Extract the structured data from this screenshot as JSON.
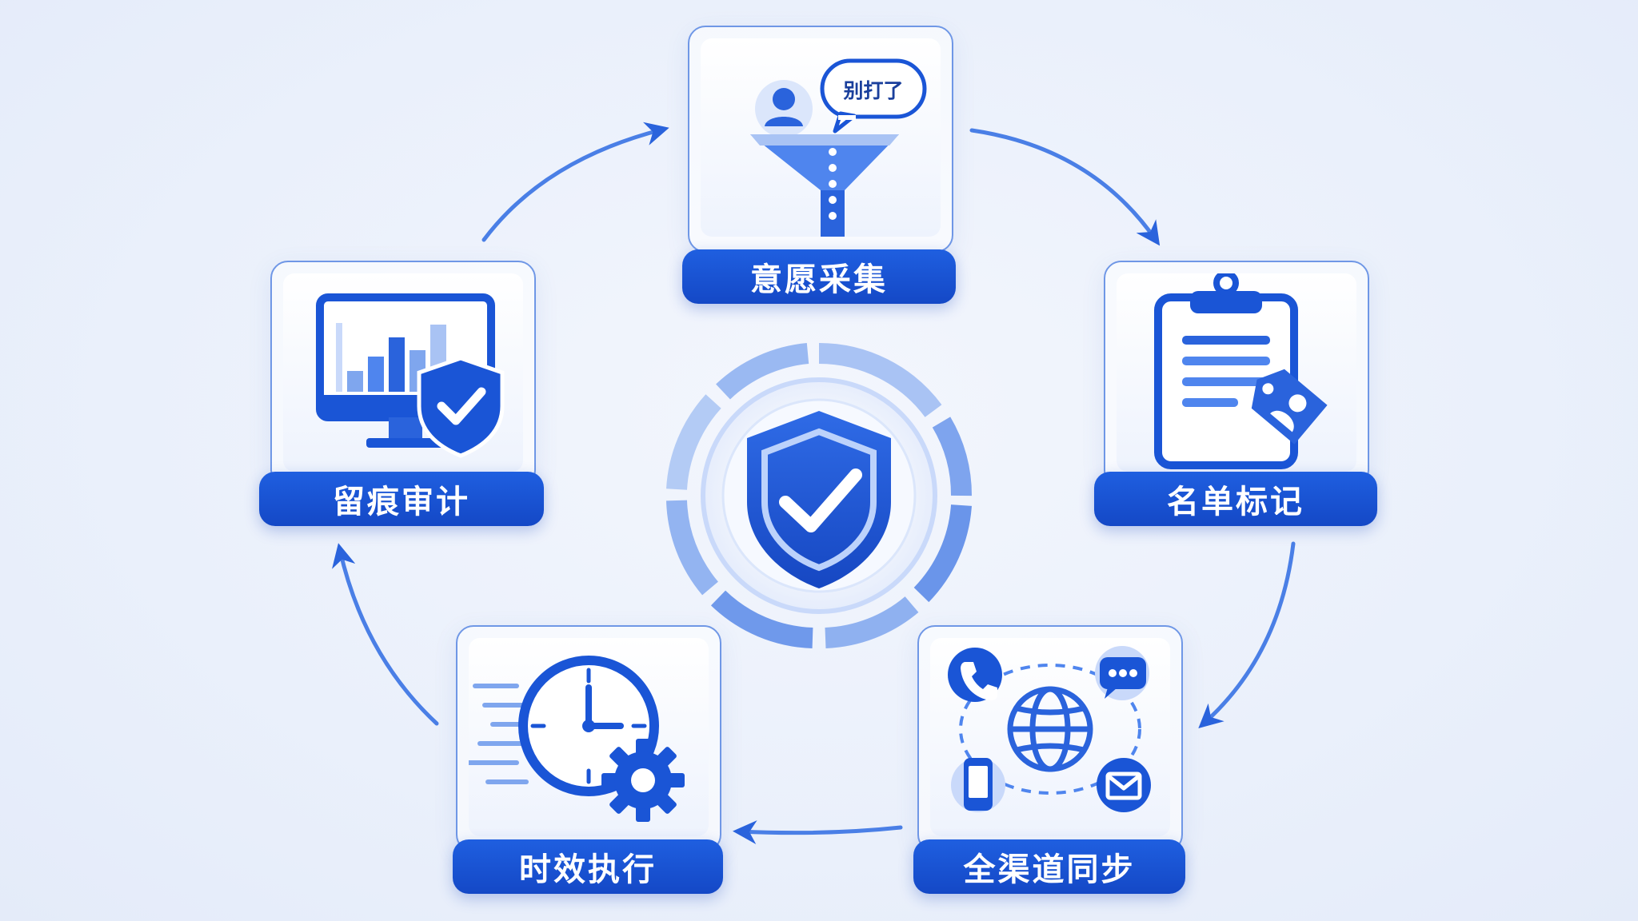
{
  "steps": [
    {
      "label": "意愿采集",
      "icon": "funnel-icon"
    },
    {
      "label": "名单标记",
      "icon": "clipboard-tag-icon"
    },
    {
      "label": "全渠道同步",
      "icon": "omnichannel-globe-icon"
    },
    {
      "label": "时效执行",
      "icon": "clock-gear-icon"
    },
    {
      "label": "留痕审计",
      "icon": "monitor-shield-icon"
    }
  ],
  "speech_bubble": "别打了",
  "center_icon": "shield-check-icon",
  "colors": {
    "primary": "#1a55d6",
    "light": "#7fa6ee",
    "pale": "#c9d9fa",
    "background": "#ecf1fb"
  }
}
